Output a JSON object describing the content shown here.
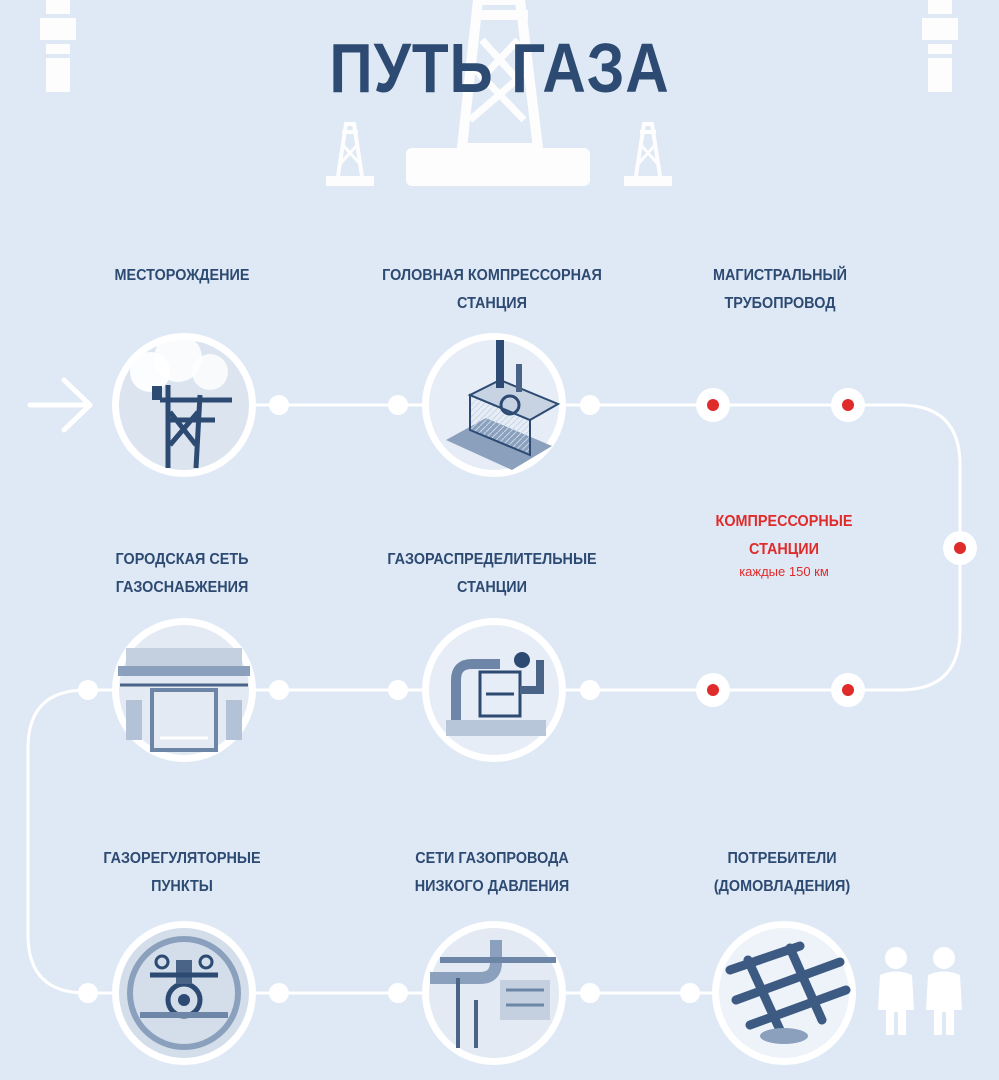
{
  "title": "ПУТЬ ГАЗА",
  "colors": {
    "background": "#dfe9f5",
    "title": "#2d4a72",
    "line": "#ffffff",
    "accent": "#e02b2b"
  },
  "stages": [
    {
      "id": "field",
      "lines": [
        "МЕСТОРОЖДЕНИЕ"
      ],
      "icon": "gas-flare-tower-icon"
    },
    {
      "id": "head-compressor",
      "lines": [
        "ГОЛОВНАЯ КОМПРЕССОРНАЯ",
        "СТАНЦИЯ"
      ],
      "icon": "compressor-station-icon"
    },
    {
      "id": "main-pipeline",
      "lines": [
        "МАГИСТРАЛЬНЫЙ",
        "ТРУБОПРОВОД"
      ],
      "icon": null
    },
    {
      "id": "city-network",
      "lines": [
        "ГОРОДСКАЯ СЕТЬ",
        "ГАЗОСНАБЖЕНИЯ"
      ],
      "icon": "city-gas-building-icon"
    },
    {
      "id": "distribution",
      "lines": [
        "ГАЗОРАСПРЕДЕЛИТЕЛЬНЫЕ",
        "СТАНЦИИ"
      ],
      "icon": "distribution-station-icon"
    },
    {
      "id": "regulator",
      "lines": [
        "ГАЗОРЕГУЛЯТОРНЫЕ",
        "ПУНКТЫ"
      ],
      "icon": "gas-regulator-icon"
    },
    {
      "id": "low-pressure",
      "lines": [
        "СЕТИ ГАЗОПРОВОДА",
        "НИЗКОГО ДАВЛЕНИЯ"
      ],
      "icon": "low-pressure-pipes-icon"
    },
    {
      "id": "consumers",
      "lines": [
        "ПОТРЕБИТЕЛИ",
        "(ДОМОВЛАДЕНИЯ)"
      ],
      "icon": "gas-stove-burner-icon"
    }
  ],
  "compressor_note": {
    "lines": [
      "КОМПРЕССОРНЫЕ",
      "СТАНЦИИ"
    ],
    "interval": "каждые 150 км",
    "marker_count": 5
  }
}
